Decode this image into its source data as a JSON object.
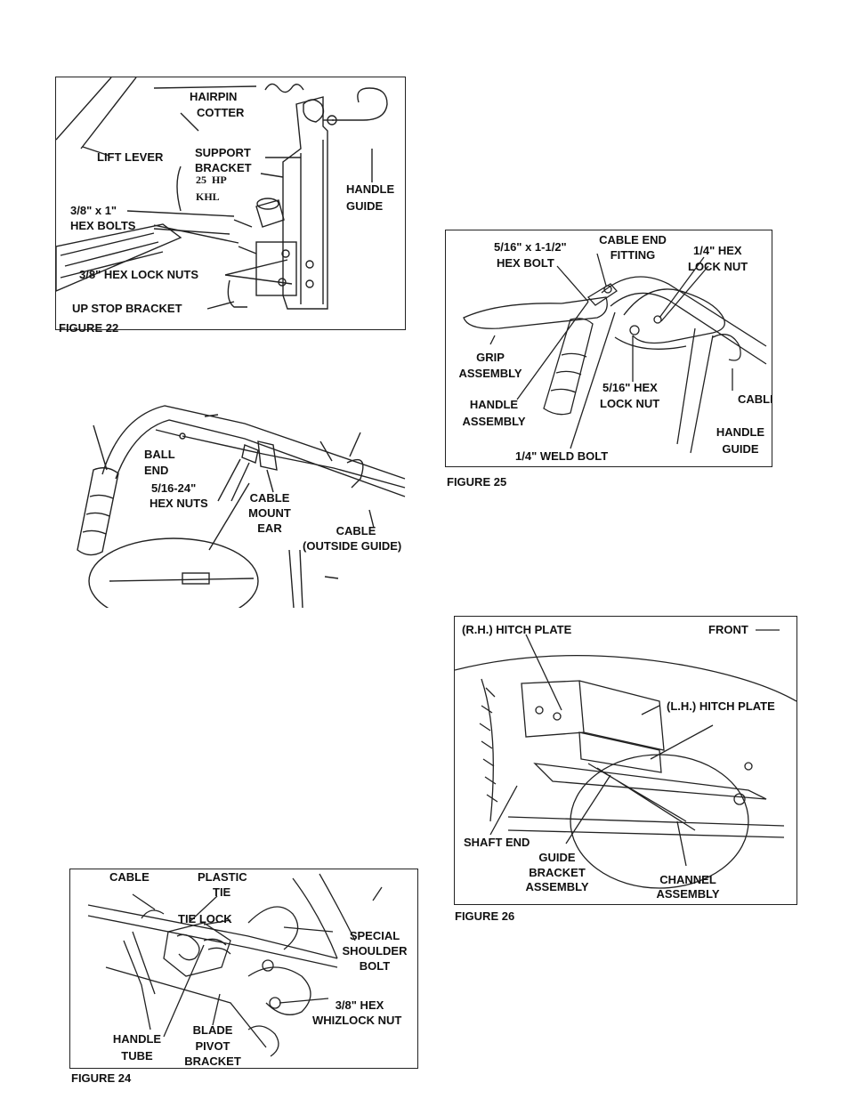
{
  "figure22": {
    "caption": "FIGURE 22",
    "labels": {
      "hairpin": "HAIRPIN",
      "cotter": "COTTER",
      "lift_lever": "LIFT LEVER",
      "support": "SUPPORT",
      "bracket": "BRACKET",
      "engine_hp": "25  HP",
      "engine_brand": "KHL",
      "handle": "HANDLE",
      "guide": "GUIDE",
      "bolt_size": "3/8\" x 1\"",
      "hex_bolts": "HEX BOLTS",
      "lock_nuts": "3/8\" HEX LOCK NUTS",
      "up_stop": "UP STOP BRACKET"
    }
  },
  "figure23": {
    "labels": {
      "ball": "BALL",
      "end": "END",
      "nut_size": "5/16-24\"",
      "hex_nuts": "HEX NUTS",
      "cable": "CABLE",
      "mount": "MOUNT",
      "ear": "EAR",
      "cable2": "CABLE",
      "outside_guide": "(OUTSIDE GUIDE)"
    }
  },
  "figure24": {
    "caption": "FIGURE 24",
    "labels": {
      "cable": "CABLE",
      "plastic": "PLASTIC",
      "tie": "TIE",
      "tie_lock": "TIE LOCK",
      "special": "SPECIAL",
      "shoulder": "SHOULDER",
      "bolt": "BOLT",
      "hex_nut": "3/8\" HEX",
      "whizlock": "WHIZLOCK NUT",
      "handle": "HANDLE",
      "tube": "TUBE",
      "blade": "BLADE",
      "pivot": "PIVOT",
      "bracket": "BRACKET"
    }
  },
  "figure25": {
    "caption": "FIGURE 25",
    "labels": {
      "bolt_size": "5/16\" x 1-1/2\"",
      "hex_bolt": "HEX BOLT",
      "cable_end": "CABLE END",
      "fitting": "FITTING",
      "quarter_hex": "1/4\" HEX",
      "lock_nut": "LOCK NUT",
      "grip": "GRIP",
      "assembly": "ASSEMBLY",
      "handle": "HANDLE",
      "assembly2": "ASSEMBLY",
      "five16_hex": "5/16\" HEX",
      "lock_nut2": "LOCK NUT",
      "cable": "CABLE",
      "handle2": "HANDLE",
      "guide": "GUIDE",
      "weld_bolt": "1/4\" WELD BOLT"
    }
  },
  "figure26": {
    "caption": "FIGURE 26",
    "labels": {
      "rh_hitch": "(R.H.) HITCH PLATE",
      "front": "FRONT",
      "lh_hitch": "(L.H.) HITCH PLATE",
      "shaft_end": "SHAFT END",
      "guide": "GUIDE",
      "bracket": "BRACKET",
      "assembly": "ASSEMBLY",
      "channel": "CHANNEL",
      "assembly2": "ASSEMBLY"
    }
  }
}
